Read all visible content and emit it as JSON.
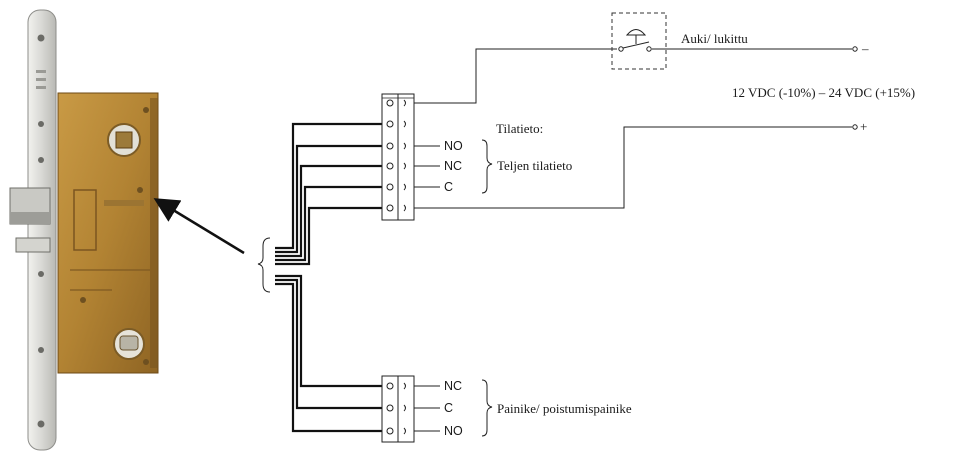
{
  "labels": {
    "switch": "Auki/ lukittu",
    "voltage": "12 VDC (-10%) – 24 VDC (+15%)",
    "minus": "–",
    "plus": "+",
    "status_heading": "Tilatieto:",
    "status_group": "Teljen tilatieto",
    "button_group": "Painike/ poistumispainike"
  },
  "upper_terminals": [
    "NO",
    "NC",
    "C"
  ],
  "lower_terminals": [
    "NC",
    "C",
    "NO"
  ],
  "colors": {
    "lock_body": "#b8862e",
    "faceplate": "#dcdcd8",
    "wire": "#111111"
  },
  "icons": [
    "door-lock-image",
    "arrow-icon",
    "switch-icon",
    "terminal-block-icon",
    "brace-icon"
  ]
}
